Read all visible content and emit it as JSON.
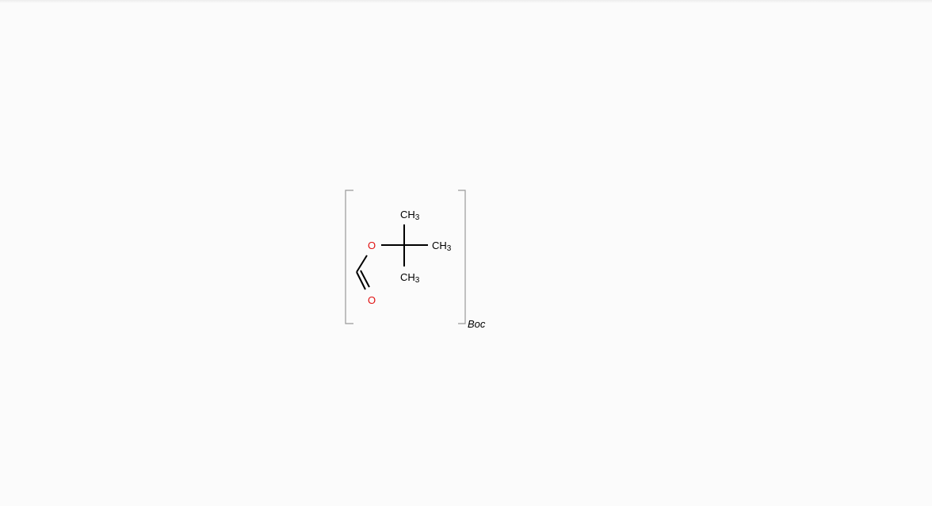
{
  "structure": {
    "bracket_label": "Boc",
    "oxygen_ether": "O",
    "oxygen_carbonyl": "O",
    "methyl_top": {
      "main": "CH",
      "sub": "3"
    },
    "methyl_right": {
      "main": "CH",
      "sub": "3"
    },
    "methyl_bottom": {
      "main": "CH",
      "sub": "3"
    }
  },
  "colors": {
    "background": "#fbfbfb",
    "bond": "#000000",
    "heteroatom_oxygen": "#e01010",
    "bracket": "#9a9a9a"
  }
}
